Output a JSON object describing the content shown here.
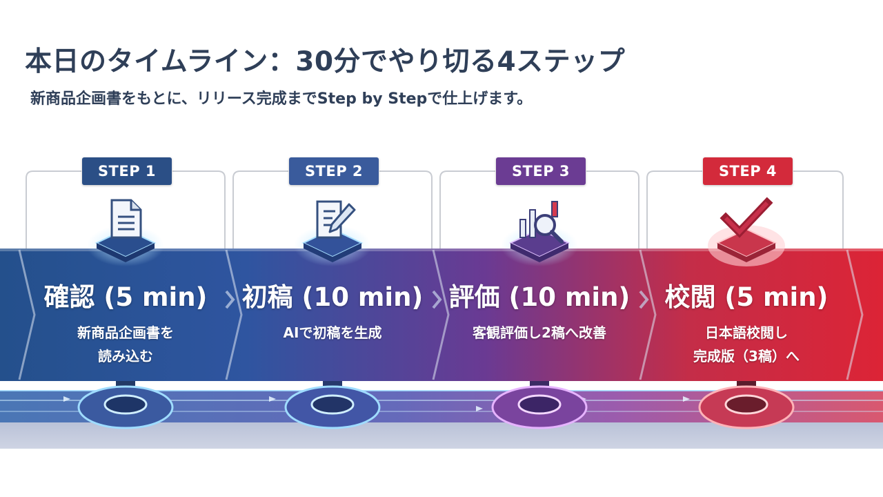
{
  "header": {
    "title": "本日のタイムライン：30分でやり切る4ステップ",
    "subtitle": "新商品企画書をもとに、リリース完成までStep by Stepで仕上げます。"
  },
  "steps": [
    {
      "label": "STEP 1",
      "name": "確認 (5 min)",
      "description": "新商品企画書を\n読み込む",
      "icon": "document-icon",
      "color": "#2d4f86"
    },
    {
      "label": "STEP 2",
      "name": "初稿 (10 min)",
      "description": "AIで初稿を生成",
      "icon": "pencil-document-icon",
      "color": "#3c559a"
    },
    {
      "label": "STEP 3",
      "name": "評価 (10 min)",
      "description": "客観評価し2稿へ改善",
      "icon": "chart-magnifier-icon",
      "color": "#693c90"
    },
    {
      "label": "STEP 4",
      "name": "校閲 (5 min)",
      "description": "日本語校閲し\n完成版（3稿）へ",
      "icon": "checkmark-icon",
      "color": "#d2283a"
    }
  ],
  "colors": {
    "title": "#2f3f58",
    "band_start": "#24508c",
    "band_mid": "#6a3a93",
    "band_end": "#dc2436",
    "glow": "#7fd3ff"
  }
}
